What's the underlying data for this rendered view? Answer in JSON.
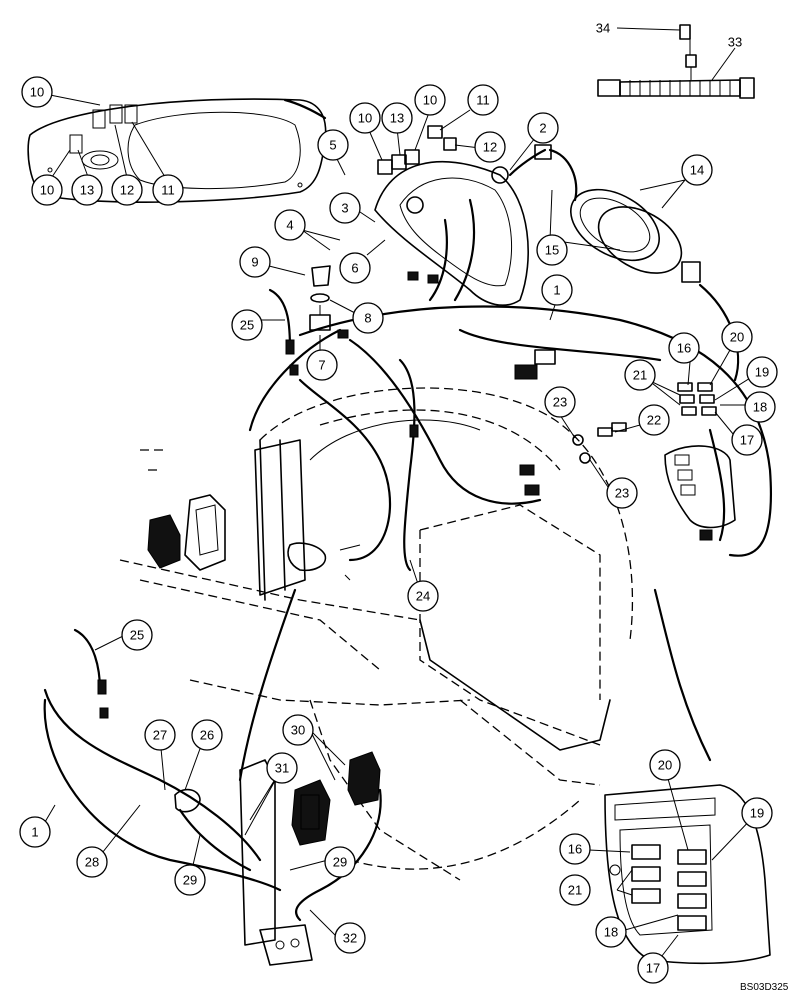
{
  "drawing_id": "BS03D325",
  "callouts": [
    {
      "label": "10"
    },
    {
      "label": "10"
    },
    {
      "label": "13"
    },
    {
      "label": "12"
    },
    {
      "label": "11"
    },
    {
      "label": "10"
    },
    {
      "label": "13"
    },
    {
      "label": "10"
    },
    {
      "label": "11"
    },
    {
      "label": "12"
    },
    {
      "label": "2"
    },
    {
      "label": "5"
    },
    {
      "label": "3"
    },
    {
      "label": "4"
    },
    {
      "label": "6"
    },
    {
      "label": "14"
    },
    {
      "label": "15"
    },
    {
      "label": "1"
    },
    {
      "label": "9"
    },
    {
      "label": "8"
    },
    {
      "label": "25"
    },
    {
      "label": "7"
    },
    {
      "label": "34"
    },
    {
      "label": "33"
    },
    {
      "label": "16"
    },
    {
      "label": "20"
    },
    {
      "label": "21"
    },
    {
      "label": "19"
    },
    {
      "label": "18"
    },
    {
      "label": "17"
    },
    {
      "label": "23"
    },
    {
      "label": "22"
    },
    {
      "label": "23"
    },
    {
      "label": "24"
    },
    {
      "label": "25"
    },
    {
      "label": "1"
    },
    {
      "label": "27"
    },
    {
      "label": "26"
    },
    {
      "label": "28"
    },
    {
      "label": "29"
    },
    {
      "label": "30"
    },
    {
      "label": "31"
    },
    {
      "label": "29"
    },
    {
      "label": "32"
    },
    {
      "label": "20"
    },
    {
      "label": "19"
    },
    {
      "label": "16"
    },
    {
      "label": "21"
    },
    {
      "label": "18"
    },
    {
      "label": "17"
    }
  ]
}
